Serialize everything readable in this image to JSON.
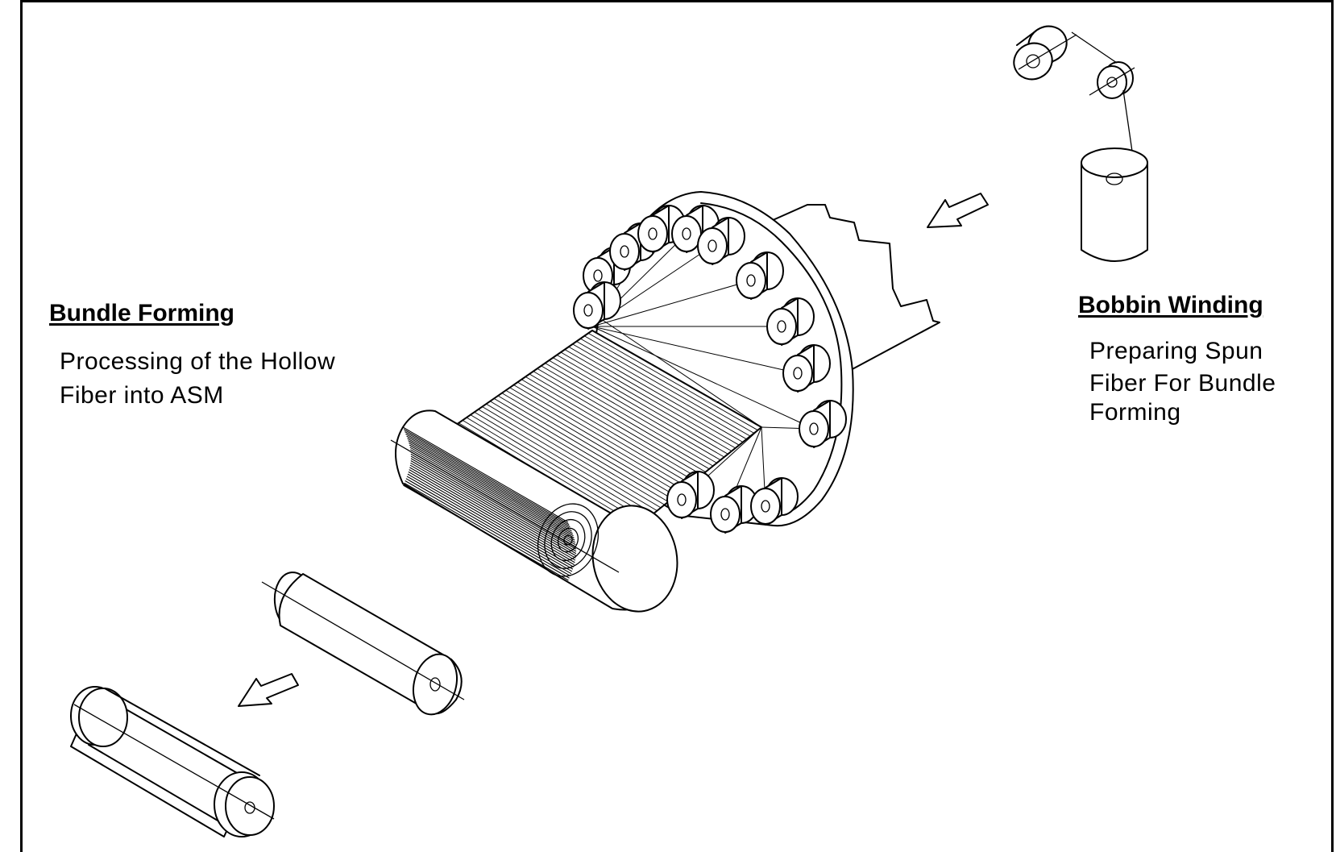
{
  "bundle_forming": {
    "title": "Bundle Forming",
    "lines": [
      "Processing of the Hollow",
      "Fiber into ASM"
    ]
  },
  "bobbin_winding": {
    "title": "Bobbin Winding",
    "lines": [
      "Preparing Spun",
      "Fiber For Bundle",
      "Forming"
    ]
  }
}
